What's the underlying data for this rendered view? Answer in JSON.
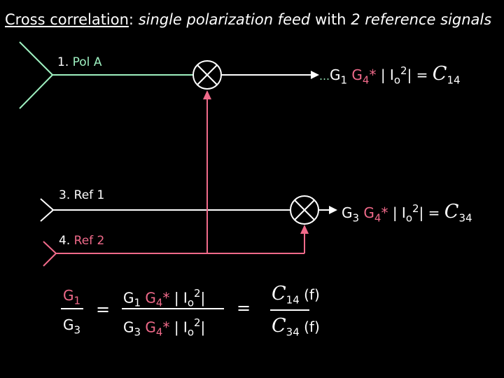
{
  "title": {
    "main": "Cross correlation",
    "colon": ":",
    "part1": "single polarization feed",
    "part2": "with",
    "part3": "2 reference signals"
  },
  "labels": {
    "pol_a_num": "1.",
    "pol_a": "Pol A",
    "ref1_num": "3.",
    "ref1": "Ref  1",
    "ref2_num": "4.",
    "ref2": "Ref  2"
  },
  "output1": {
    "dots": "…",
    "g1": "G",
    "g1_sub": "1",
    "g4": "G",
    "g4_sub": "4",
    "g4_star": "*",
    "io": "| I",
    "io_sub": "o",
    "io_sup": "2",
    "io_end": "|",
    "equals": "=",
    "c": "C",
    "c_sub": "14"
  },
  "output2": {
    "g3": "G",
    "g3_sub": "3",
    "g4": "G",
    "g4_sub": "4",
    "g4_star": "*",
    "io": "| I",
    "io_sub": "o",
    "io_sup": "2",
    "io_end": "|",
    "equals": "=",
    "c": "C",
    "c_sub": "34"
  },
  "ratio": {
    "n1": "G",
    "n1_sub": "1",
    "d1": "G",
    "d1_sub": "3",
    "eq1": "=",
    "n2_g": "G",
    "n2_g_sub": "1",
    "n2_g4": "G",
    "n2_g4_sub": "4",
    "n2_star": "*",
    "n2_io": "| I",
    "n2_io_sub": "o",
    "n2_io_sup": "2",
    "n2_io_end": "|",
    "d2_g": "G",
    "d2_g_sub": "3",
    "d2_g4": "G",
    "d2_g4_sub": "4",
    "d2_star": "*",
    "d2_io": "| I",
    "d2_io_sub": "o",
    "d2_io_sup": "2",
    "d2_io_end": "|",
    "eq2": "=",
    "n3_c": "C",
    "n3_sub": "14",
    "n3_f": "(f)",
    "d3_c": "C",
    "d3_sub": "34",
    "d3_f": "(f)"
  },
  "colors": {
    "green": "#9ef0c0",
    "pink": "#f06a8a",
    "white": "#ffffff",
    "background": "#000000"
  }
}
